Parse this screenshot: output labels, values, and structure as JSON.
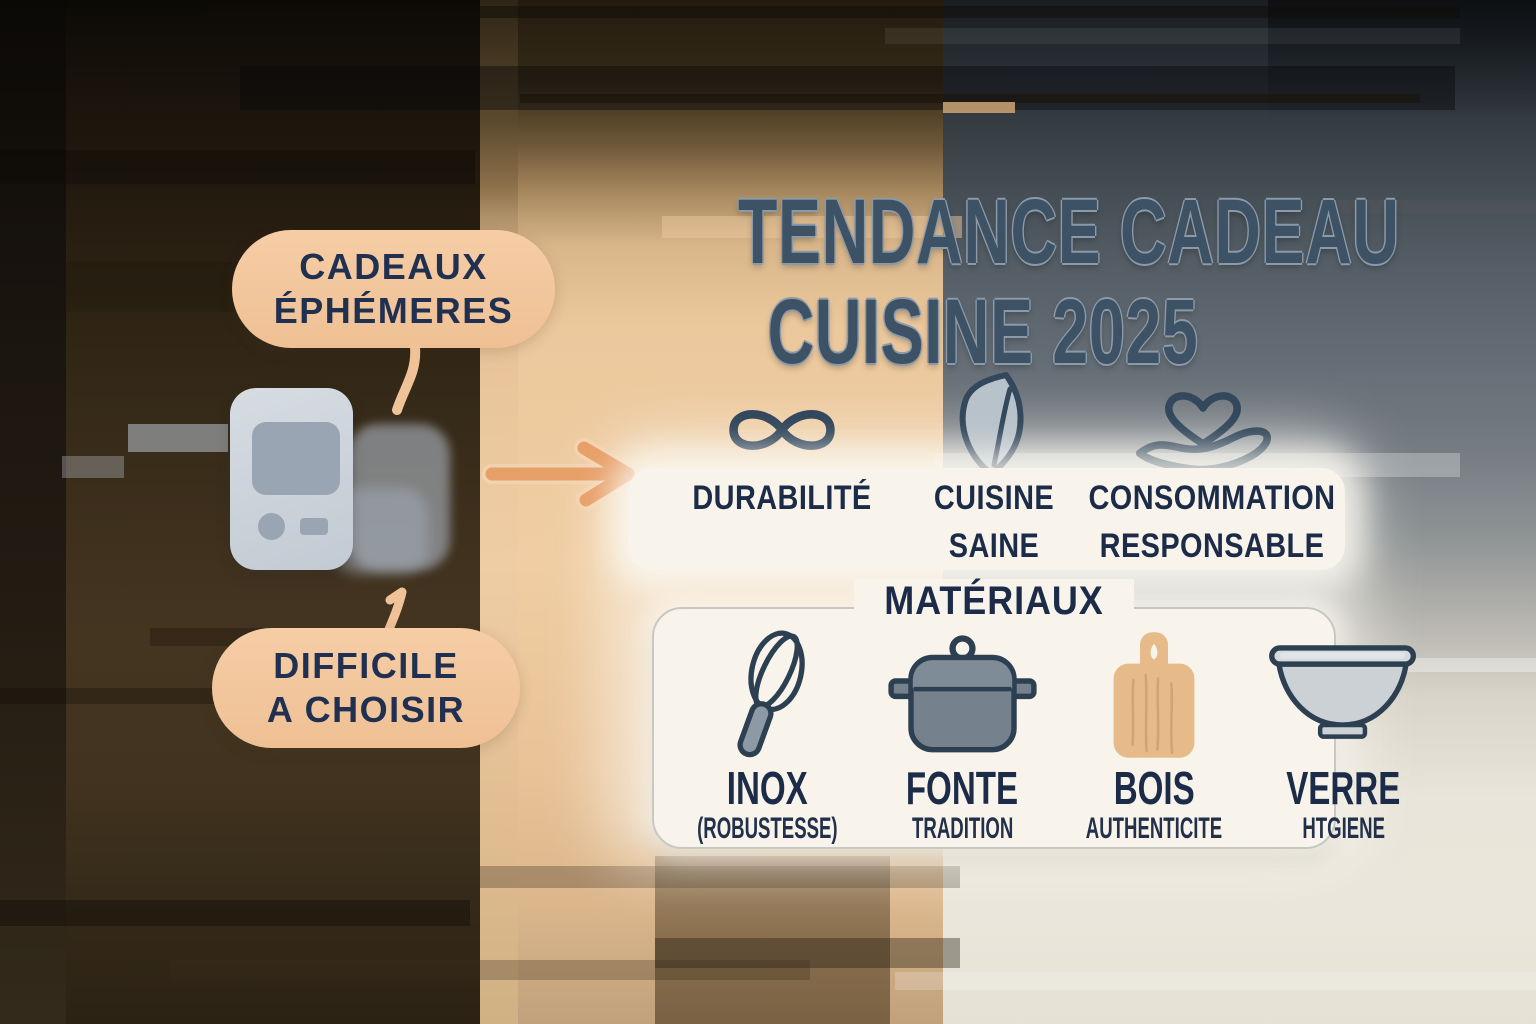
{
  "title": {
    "line1": "TENDANCE CADEAU",
    "line2": "CUISINE 2025"
  },
  "bubbles": [
    {
      "line1": "CADEAUX",
      "line2": "ÉPHÉMERES"
    },
    {
      "line1": "DIFFICILE",
      "line2": "A CHOISIR"
    }
  ],
  "benefits": [
    {
      "icon": "infinity-icon",
      "label": "DURABILITÉ"
    },
    {
      "icon": "leaf-icon",
      "label": "CUISINE SAINE"
    },
    {
      "icon": "hand-heart-icon",
      "label": "CONSOMMATION RESPONSABLE"
    }
  ],
  "materials_panel": {
    "title": "MATÉRIAUX",
    "items": [
      {
        "icon": "whisk-icon",
        "name": "INOX",
        "subtitle": "(ROBUSTESSE)"
      },
      {
        "icon": "pot-icon",
        "name": "FONTE",
        "subtitle": "TRADITION"
      },
      {
        "icon": "cutting-board-icon",
        "name": "BOIS",
        "subtitle": "AUTHENTICITE"
      },
      {
        "icon": "bowl-icon",
        "name": "VERRE",
        "subtitle": "HTGIENE"
      }
    ]
  },
  "colors": {
    "accent_peach": "#f2c79e",
    "navy_text": "#1f3048",
    "title_color": "#3e5266",
    "arrow": "#e8a069",
    "panel_bg": "#f8f4ec",
    "icon_stroke": "#33485d",
    "leaf_fill": "#b8c2ca",
    "wood": "#e7ba8a",
    "metal": "#76838f",
    "glass": "#ccd1d5"
  }
}
